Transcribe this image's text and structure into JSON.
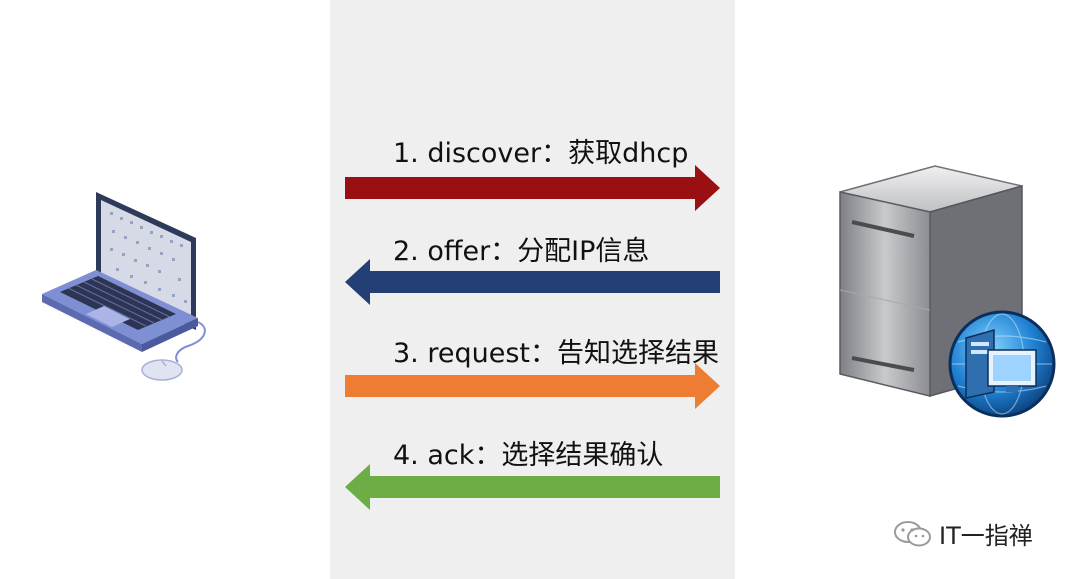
{
  "steps": [
    {
      "label": "1. discover：获取dhcp",
      "direction": "right",
      "color": "#9a0f12"
    },
    {
      "label": "2. offer：分配IP信息",
      "direction": "left",
      "color": "#233f74"
    },
    {
      "label": "3. request：告知选择结果",
      "direction": "right",
      "color": "#ee7d33"
    },
    {
      "label": "4. ack：选择结果确认",
      "direction": "left",
      "color": "#6cad46"
    }
  ],
  "client": {
    "icon": "laptop-icon"
  },
  "server": {
    "icon": "server-icon"
  },
  "watermark": {
    "text": "IT一指禅",
    "icon": "wechat-icon"
  }
}
